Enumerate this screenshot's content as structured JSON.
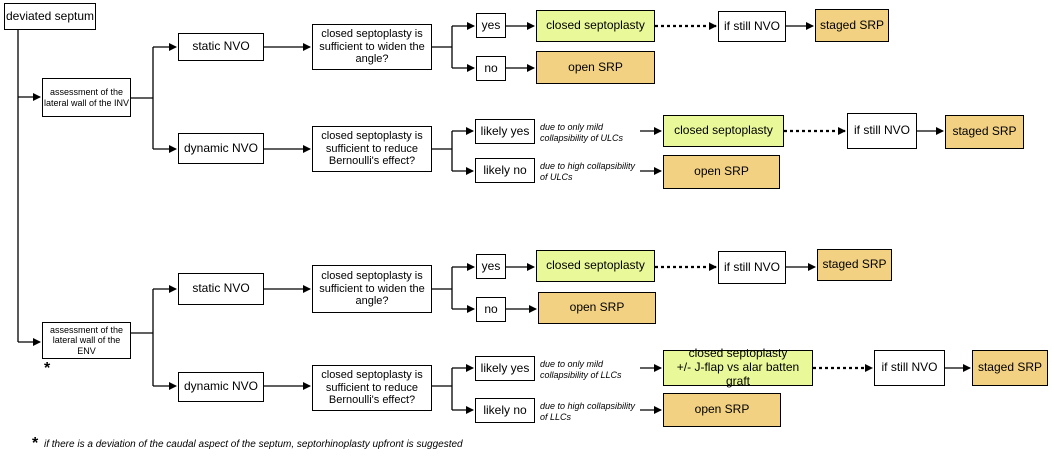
{
  "root": "deviated septum",
  "branches": [
    {
      "assessment": "assessment of the lateral wall of the INV",
      "static_label": "static NVO",
      "static_question": "closed septoplasty is sufficient to widen the angle?",
      "static_yes": "yes",
      "static_no": "no",
      "static_yes_result": "closed septoplasty",
      "static_no_result": "open SRP",
      "static_check": "if still NVO",
      "static_final": "staged SRP",
      "dynamic_label": "dynamic NVO",
      "dynamic_question": "closed septoplasty is sufficient to reduce Bernoulli's effect?",
      "dynamic_yes": "likely yes",
      "dynamic_no": "likely no",
      "dynamic_yes_note": "due to only mild collapsibility of ULCs",
      "dynamic_no_note": "due to high collapsibility of ULCs",
      "dynamic_yes_result": "closed septoplasty",
      "dynamic_no_result": "open SRP",
      "dynamic_check": "if still NVO",
      "dynamic_final": "staged SRP"
    },
    {
      "assessment": "assessment of the lateral wall of the ENV",
      "static_label": "static NVO",
      "static_question": "closed septoplasty is sufficient to widen the angle?",
      "static_yes": "yes",
      "static_no": "no",
      "static_yes_result": "closed septoplasty",
      "static_no_result": "open SRP",
      "static_check": "if still NVO",
      "static_final": "staged SRP",
      "dynamic_label": "dynamic NVO",
      "dynamic_question": "closed septoplasty is sufficient to reduce Bernoulli's effect?",
      "dynamic_yes": "likely yes",
      "dynamic_no": "likely no",
      "dynamic_yes_note": "due to only mild collapsibility of LLCs",
      "dynamic_no_note": "due to high collapsibility of LLCs",
      "dynamic_yes_result_line1": "closed septoplasty",
      "dynamic_yes_result_line2": "+/- J-flap vs alar batten graft",
      "dynamic_no_result": "open SRP",
      "dynamic_check": "if still NVO",
      "dynamic_final": "staged SRP"
    }
  ],
  "asterisk": "*",
  "footnote": "if there is a deviation of the caudal aspect of the septum, septorhinoplasty upfront is suggested"
}
